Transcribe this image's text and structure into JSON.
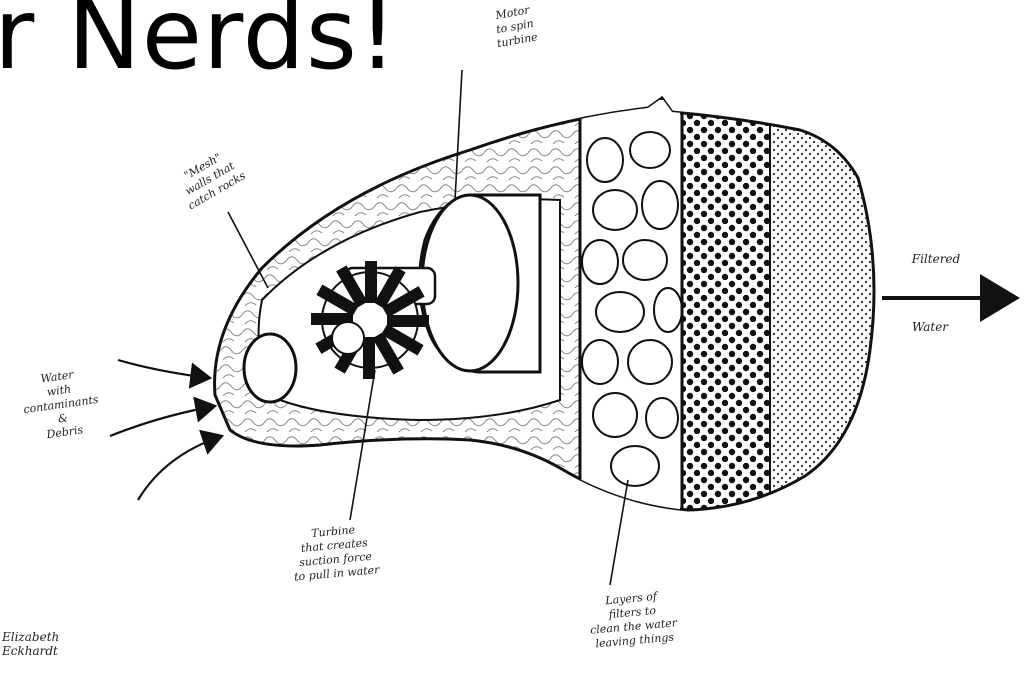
{
  "title": "r Nerds!",
  "labels": {
    "motor": [
      "Motor",
      "to spin",
      "turbine"
    ],
    "mesh": [
      "\"Mesh\"",
      "walls that",
      "catch rocks"
    ],
    "inflow": [
      "Water",
      "with",
      "contaminants",
      "&",
      "Debris"
    ],
    "turbine": [
      "Turbine",
      "that creates",
      "suction force",
      "to pull in water"
    ],
    "layers": [
      "Layers of",
      "filters to",
      "clean the water",
      "leaving things"
    ],
    "filtered": "Filtered",
    "water_out": "Water",
    "signature": [
      "Elizabeth",
      "Eckhardt"
    ]
  },
  "colors": {
    "ink": "#111111",
    "paper": "#ffffff"
  }
}
